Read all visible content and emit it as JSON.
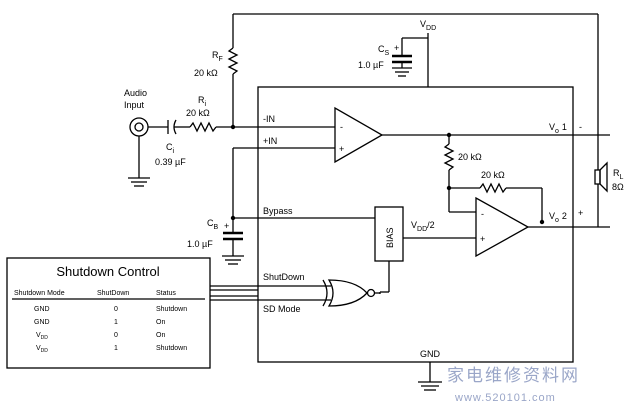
{
  "vdd": "V",
  "vdd_sub": "DD",
  "cs": {
    "name": "C",
    "sub": "S",
    "value": "1.0 µF",
    "plus": "+"
  },
  "rf": {
    "name": "R",
    "sub": "F",
    "value": "20 kΩ"
  },
  "ri": {
    "name": "R",
    "sub": "i",
    "value": "20 kΩ"
  },
  "ci": {
    "name": "C",
    "sub": "i",
    "value": "0.39 µF"
  },
  "cb": {
    "name": "C",
    "sub": "B",
    "value": "1.0 µF",
    "plus": "+"
  },
  "rl": {
    "name": "R",
    "sub": "L",
    "value": "8Ω"
  },
  "audio_input": {
    "line1": "Audio",
    "line2": "Input"
  },
  "pins": {
    "minus_in": "-IN",
    "plus_in": "+IN",
    "bypass": "Bypass",
    "shutdown": "ShutDown",
    "sd_mode": "SD Mode",
    "gnd": "GND",
    "vo1": "V",
    "vo1_sub": "o",
    "vo1_num": "1",
    "vo2": "V",
    "vo2_sub": "o",
    "vo2_num": "2"
  },
  "internal": {
    "r1": "20 kΩ",
    "r2": "20 kΩ",
    "bias": "BIAS",
    "vdd_half": "V",
    "vdd_half_sub": "DD",
    "vdd_half_tail": "/2"
  },
  "opamp_signs": {
    "minus": "-",
    "plus": "+"
  },
  "speaker_signs": {
    "minus": "-",
    "plus": "+"
  },
  "shutdown_control": {
    "title": "Shutdown Control",
    "headers": [
      "Shutdown Mode",
      "ShutDown",
      "Status"
    ],
    "rows": [
      {
        "mode": "GND",
        "mode_sub": "",
        "sd": "0",
        "status": "Shutdown"
      },
      {
        "mode": "GND",
        "mode_sub": "",
        "sd": "1",
        "status": "On"
      },
      {
        "mode": "V",
        "mode_sub": "DD",
        "sd": "0",
        "status": "On"
      },
      {
        "mode": "V",
        "mode_sub": "DD",
        "sd": "1",
        "status": "Shutdown"
      }
    ]
  },
  "watermark": {
    "chinese": "家电维修资料网",
    "url": "www.520101.com"
  },
  "colors": {
    "line": "#000000",
    "watermark": "#9aa6c8"
  }
}
